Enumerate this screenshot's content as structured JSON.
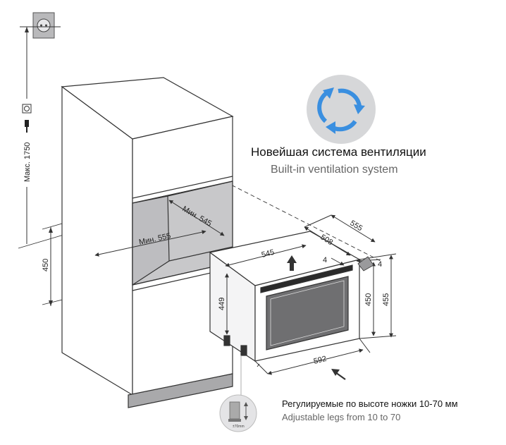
{
  "ventilation": {
    "title_ru": "Новейшая система вентиляции",
    "title_en": "Built-in ventilation system",
    "icon": "ventilation-arrows-icon",
    "circle_color": "#d6d7d9",
    "arrow_color": "#3a8fe0"
  },
  "legs": {
    "title_ru": "Регулируемые по высоте ножки 10-70 мм",
    "title_en": "Adjustable legs from 10 to 70",
    "icon_label": "±70mm"
  },
  "dimensions": {
    "max_height": "Макс. 1750",
    "niche_height": "450",
    "min_depth": "Мин. 545",
    "min_width": "Мин. 555",
    "appliance_width": "545",
    "appliance_depth": "508",
    "appliance_total_depth": "555",
    "door_depth": "4",
    "door_gap": "4",
    "appliance_front_height": "449",
    "appliance_height_450": "450",
    "appliance_height_455": "455",
    "bottom_width": "592"
  },
  "colors": {
    "line": "#333333",
    "niche_fill": "#c8c8ca",
    "glass_fill": "#6f6f71",
    "socket_fill": "#b9b9bb"
  }
}
